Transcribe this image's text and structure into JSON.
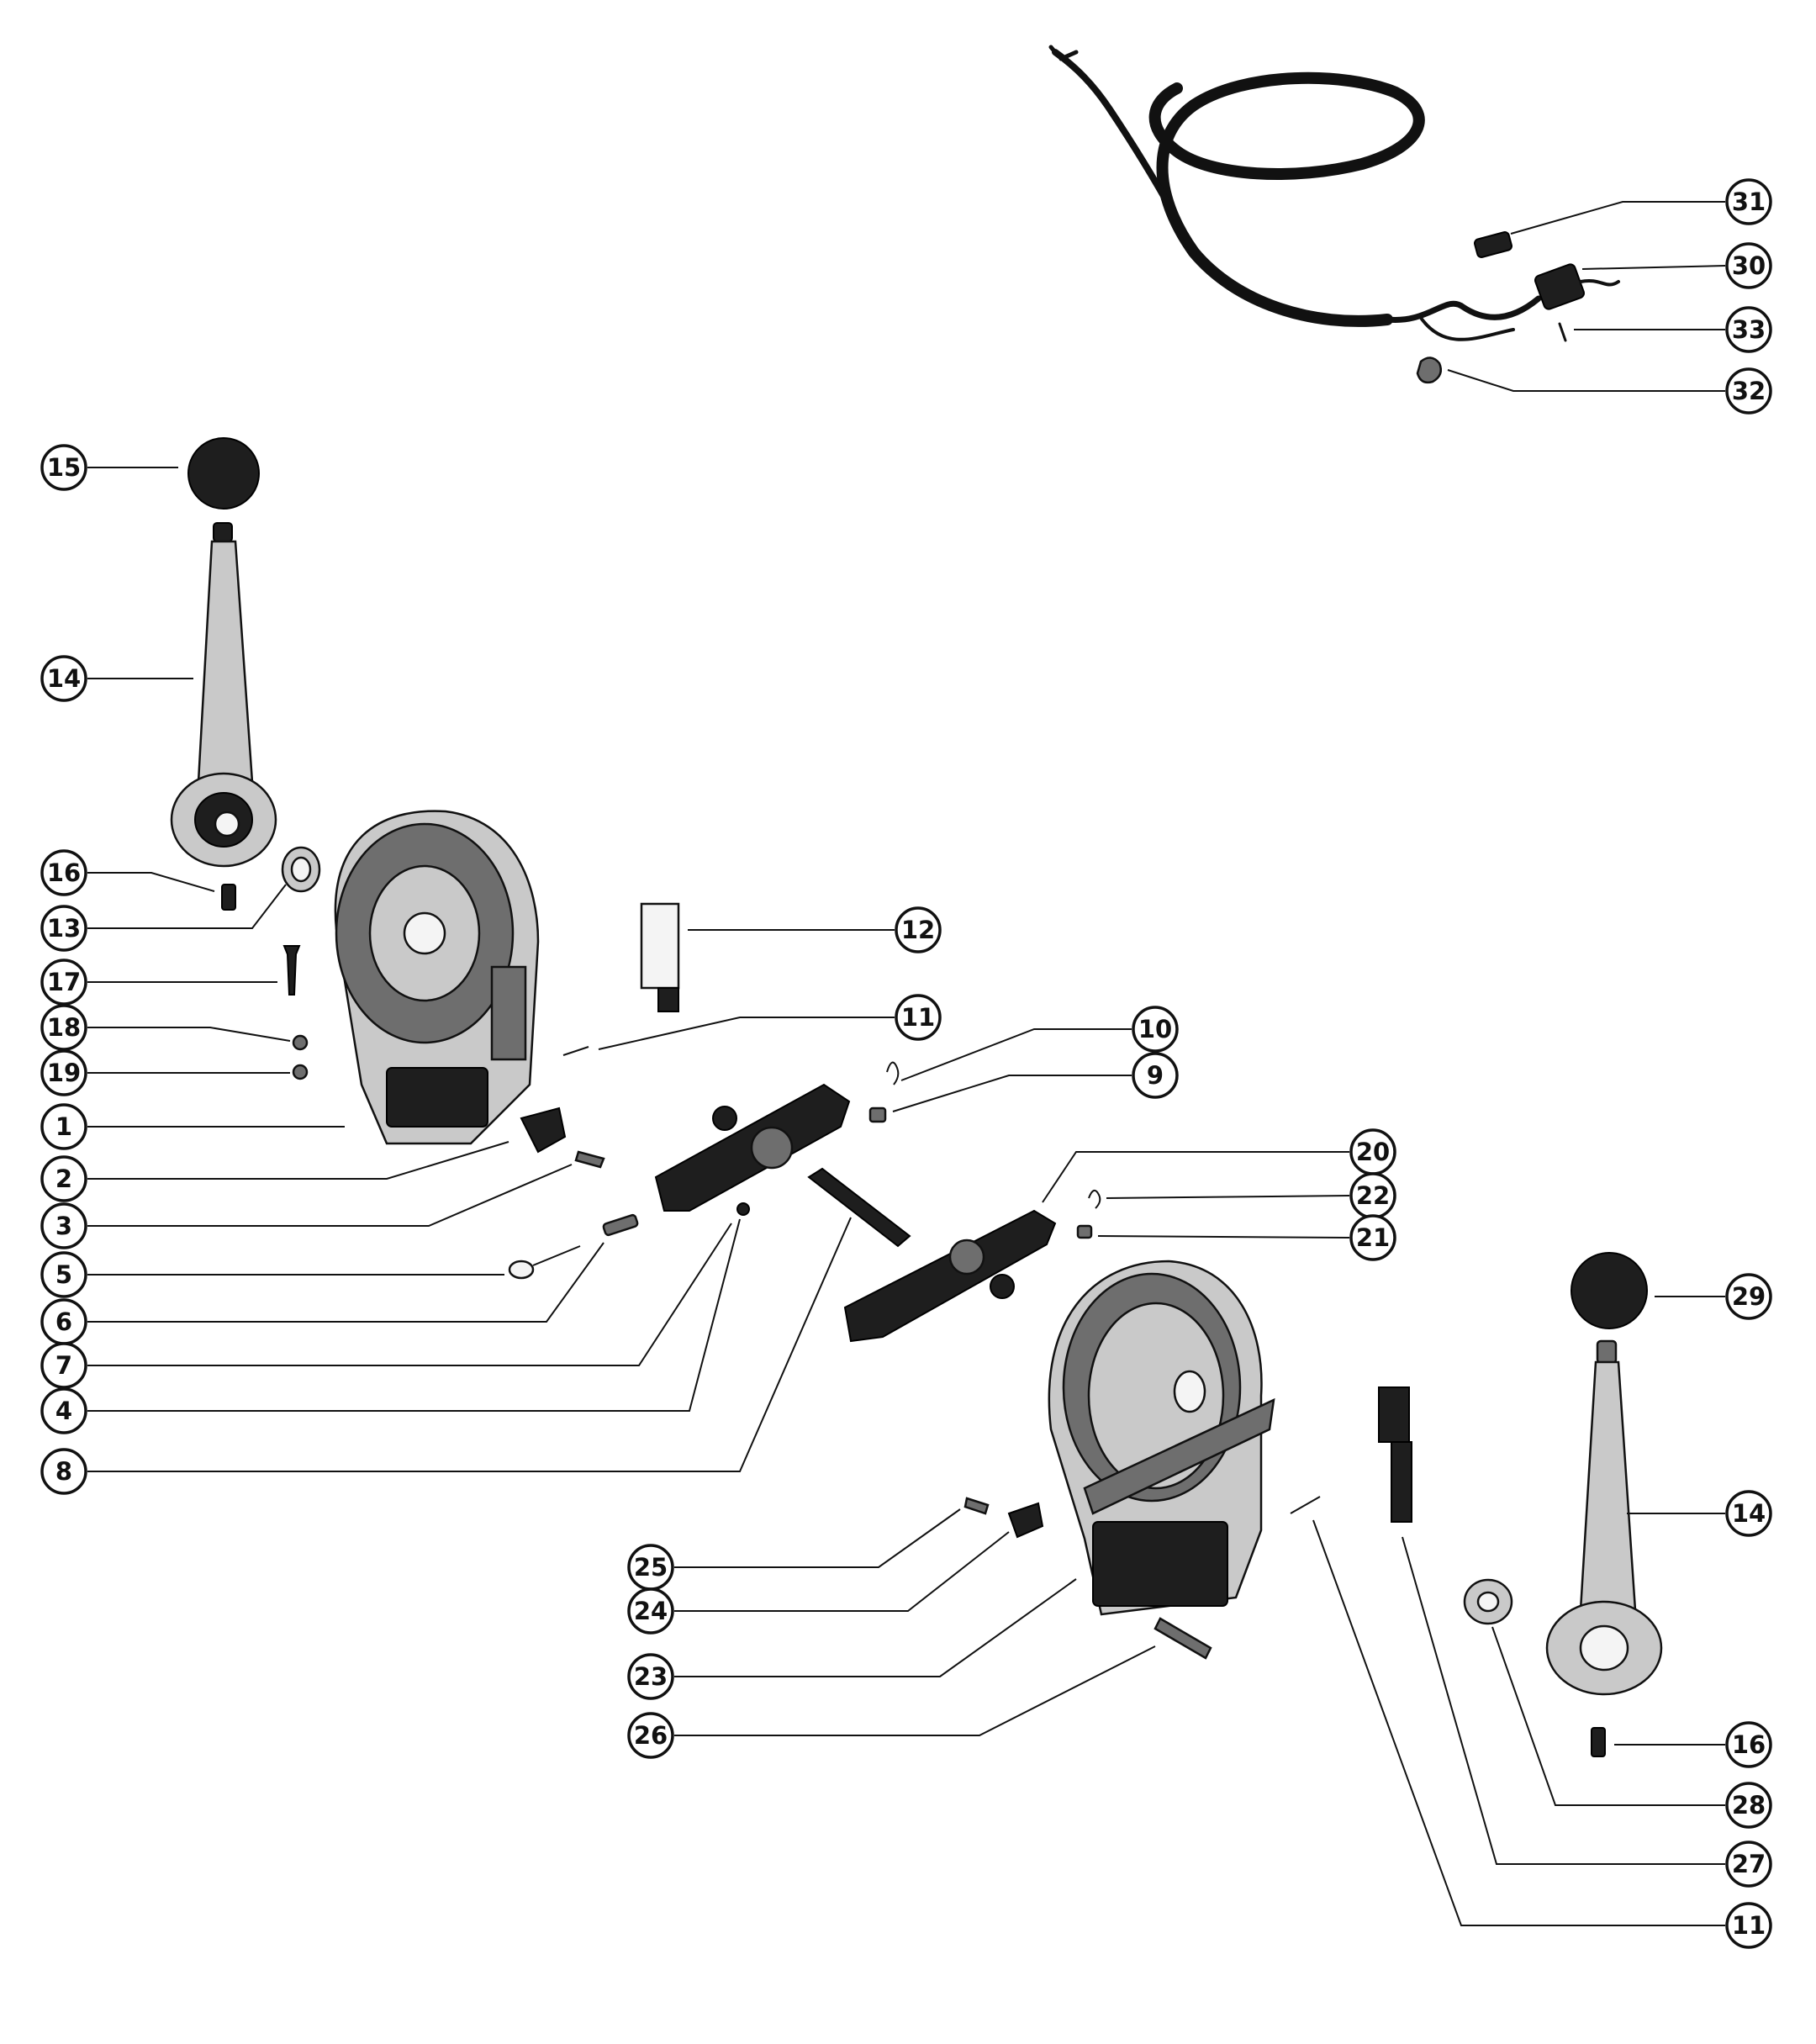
{
  "colors": {
    "background": "#ffffff",
    "ink": "#111111",
    "part_dark": "#1e1e1e",
    "part_mid": "#6e6e6e",
    "part_light": "#c9c9c9"
  },
  "callouts": [
    {
      "label": "31"
    },
    {
      "label": "30"
    },
    {
      "label": "33"
    },
    {
      "label": "32"
    },
    {
      "label": "15"
    },
    {
      "label": "14"
    },
    {
      "label": "16"
    },
    {
      "label": "13"
    },
    {
      "label": "17"
    },
    {
      "label": "18"
    },
    {
      "label": "19"
    },
    {
      "label": "1"
    },
    {
      "label": "2"
    },
    {
      "label": "3"
    },
    {
      "label": "5"
    },
    {
      "label": "6"
    },
    {
      "label": "7"
    },
    {
      "label": "4"
    },
    {
      "label": "8"
    },
    {
      "label": "12"
    },
    {
      "label": "11"
    },
    {
      "label": "10"
    },
    {
      "label": "9"
    },
    {
      "label": "20"
    },
    {
      "label": "22"
    },
    {
      "label": "21"
    },
    {
      "label": "29"
    },
    {
      "label": "14"
    },
    {
      "label": "25"
    },
    {
      "label": "24"
    },
    {
      "label": "23"
    },
    {
      "label": "26"
    },
    {
      "label": "16"
    },
    {
      "label": "28"
    },
    {
      "label": "27"
    },
    {
      "label": "11"
    }
  ]
}
